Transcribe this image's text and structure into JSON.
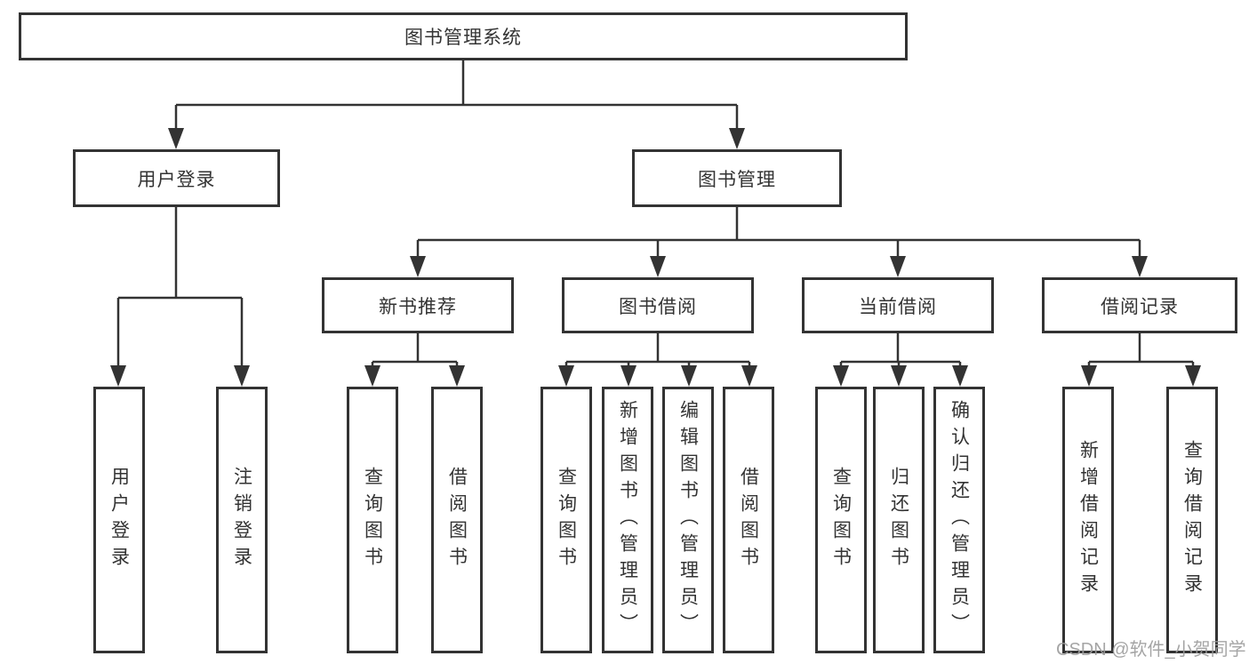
{
  "tree": {
    "root": "图书管理系统",
    "branches": [
      {
        "label": "用户登录",
        "children": [
          "用户登录",
          "注销登录"
        ]
      },
      {
        "label": "图书管理",
        "groups": [
          {
            "label": "新书推荐",
            "children": [
              "查询图书",
              "借阅图书"
            ]
          },
          {
            "label": "图书借阅",
            "children": [
              "查询图书",
              "新增图书（管理员）",
              "编辑图书（管理员）",
              "借阅图书"
            ]
          },
          {
            "label": "当前借阅",
            "children": [
              "查询图书",
              "归还图书",
              "确认归还（管理员）"
            ]
          },
          {
            "label": "借阅记录",
            "children": [
              "新增借阅记录",
              "查询借阅记录"
            ]
          }
        ]
      }
    ]
  },
  "watermark": "CSDN @软件_小贺同学",
  "colors": {
    "line": "#333333",
    "text": "#333333",
    "background": "#ffffff",
    "watermark": "#9c9c9c"
  }
}
